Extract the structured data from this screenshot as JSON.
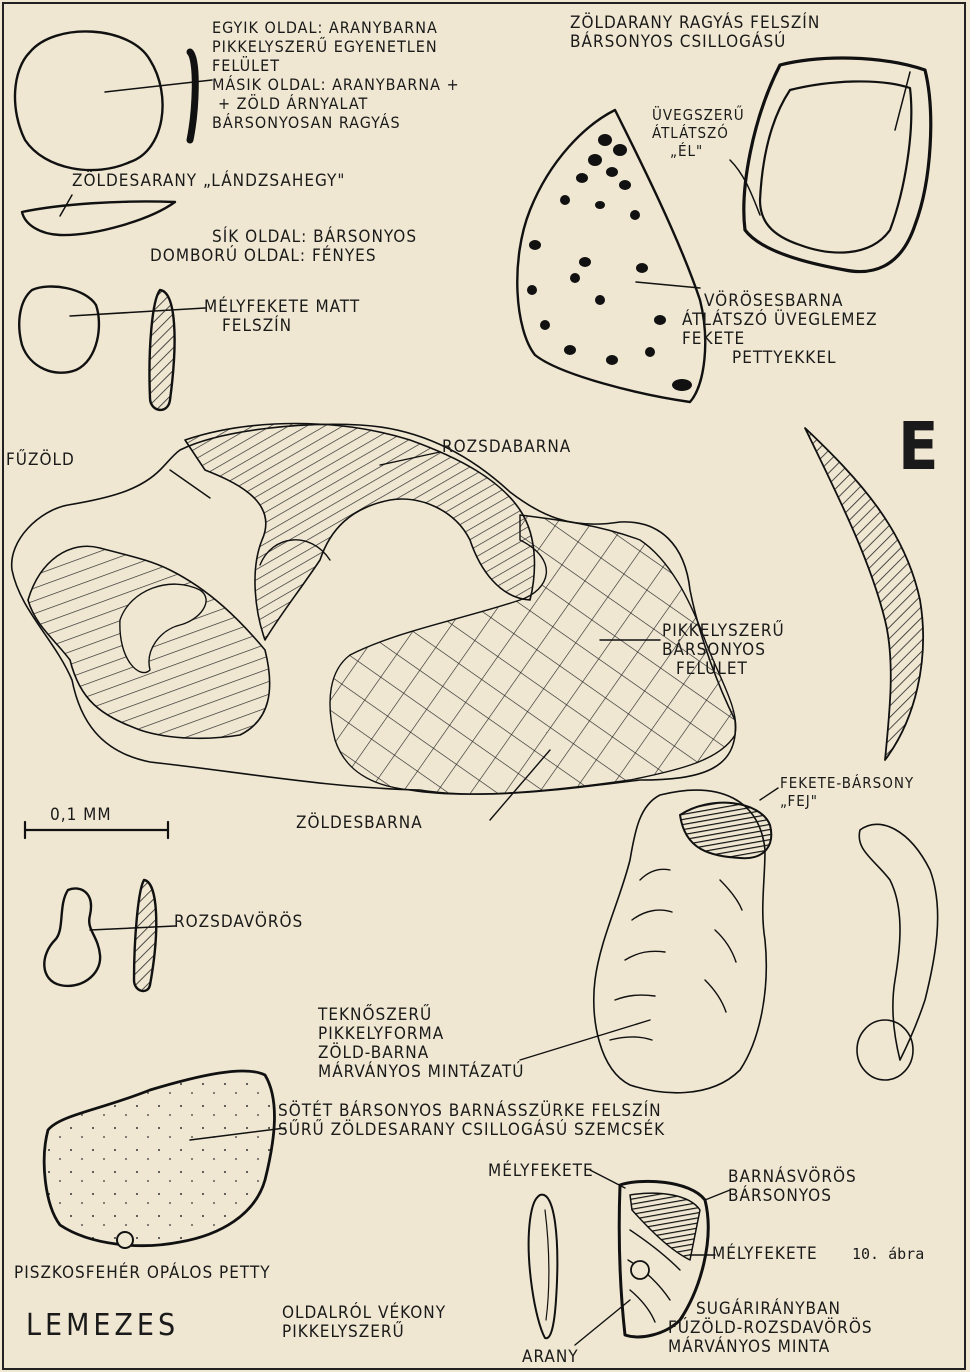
{
  "labels": {
    "top_left": [
      "EGYIK OLDAL: ARANYBARNA",
      "PIKKELYSZERŰ EGYENETLEN",
      "FELÜLET",
      "MÁSIK OLDAL: ARANYBARNA +",
      "+ ZÖLD ÁRNYALAT",
      "BÁRSONYOSAN RAGYÁS"
    ],
    "top_right": [
      "ZÖLDARANY RAGYÁS FELSZÍN",
      "BÁRSONYOS CSILLOGÁSÚ"
    ],
    "glass_edge": [
      "ÜVEGSZERŰ",
      "ÁTLÁTSZÓ",
      "„ÉL\""
    ],
    "spear": "ZÖLDESARANY „LÁNDZSAHEGY\"",
    "spear_sides": [
      "SÍK OLDAL: BÁRSONYOS",
      "DOMBORÚ OLDAL: FÉNYES"
    ],
    "pitch_black": [
      "MÉLYFEKETE MATT",
      "FELSZÍN"
    ],
    "red_brown_glass": [
      "VÖRÖSESBARNA",
      "ÁTLÁTSZÓ ÜVEGLEMEZ",
      "FEKETE",
      "PETTYEKKEL"
    ],
    "letter_e": "E",
    "willow_green": "FŰZÖLD",
    "rust_brown": "ROZSDABARNA",
    "scaly_velvet": [
      "PIKKELYSZERŰ",
      "BÁRSONYOS",
      "FELÜLET"
    ],
    "black_velvet_head": [
      "FEKETE-BÁRSONY",
      "„FEJ\""
    ],
    "scale": "0,1 MM",
    "green_brown": "ZÖLDESBARNA",
    "rust_red": "ROZSDAVÖRÖS",
    "shell_like": [
      "TEKNŐSZERŰ",
      "PIKKELYFORMA",
      "ZÖLD-BARNA",
      "MÁRVÁNYOS MINTÁZATÚ"
    ],
    "dark_velvet": [
      "SÖTÉT BÁRSONYOS BARNÁSSZÜRKE FELSZÍN",
      "SŰRŰ ZÖLDESARANY CSILLOGÁSÚ SZEMCSÉK"
    ],
    "deep_black_1": "MÉLYFEKETE",
    "brownish_red": [
      "BARNÁSVÖRÖS",
      "BÁRSONYOS"
    ],
    "deep_black_2": "MÉLYFEKETE",
    "figure_number": "10. ábra",
    "dirty_white": "PISZKOSFEHÉR OPÁLOS PETTY",
    "lamellar": "LEMEZES",
    "side_view": [
      "OLDALRÓL VÉKONY",
      "PIKKELYSZERŰ"
    ],
    "gold": "ARANY",
    "radial": [
      "SUGÁRIRÁNYBAN",
      "FŰZÖLD-ROZSDAVÖRÖS",
      "MÁRVÁNYOS MINTA"
    ]
  }
}
